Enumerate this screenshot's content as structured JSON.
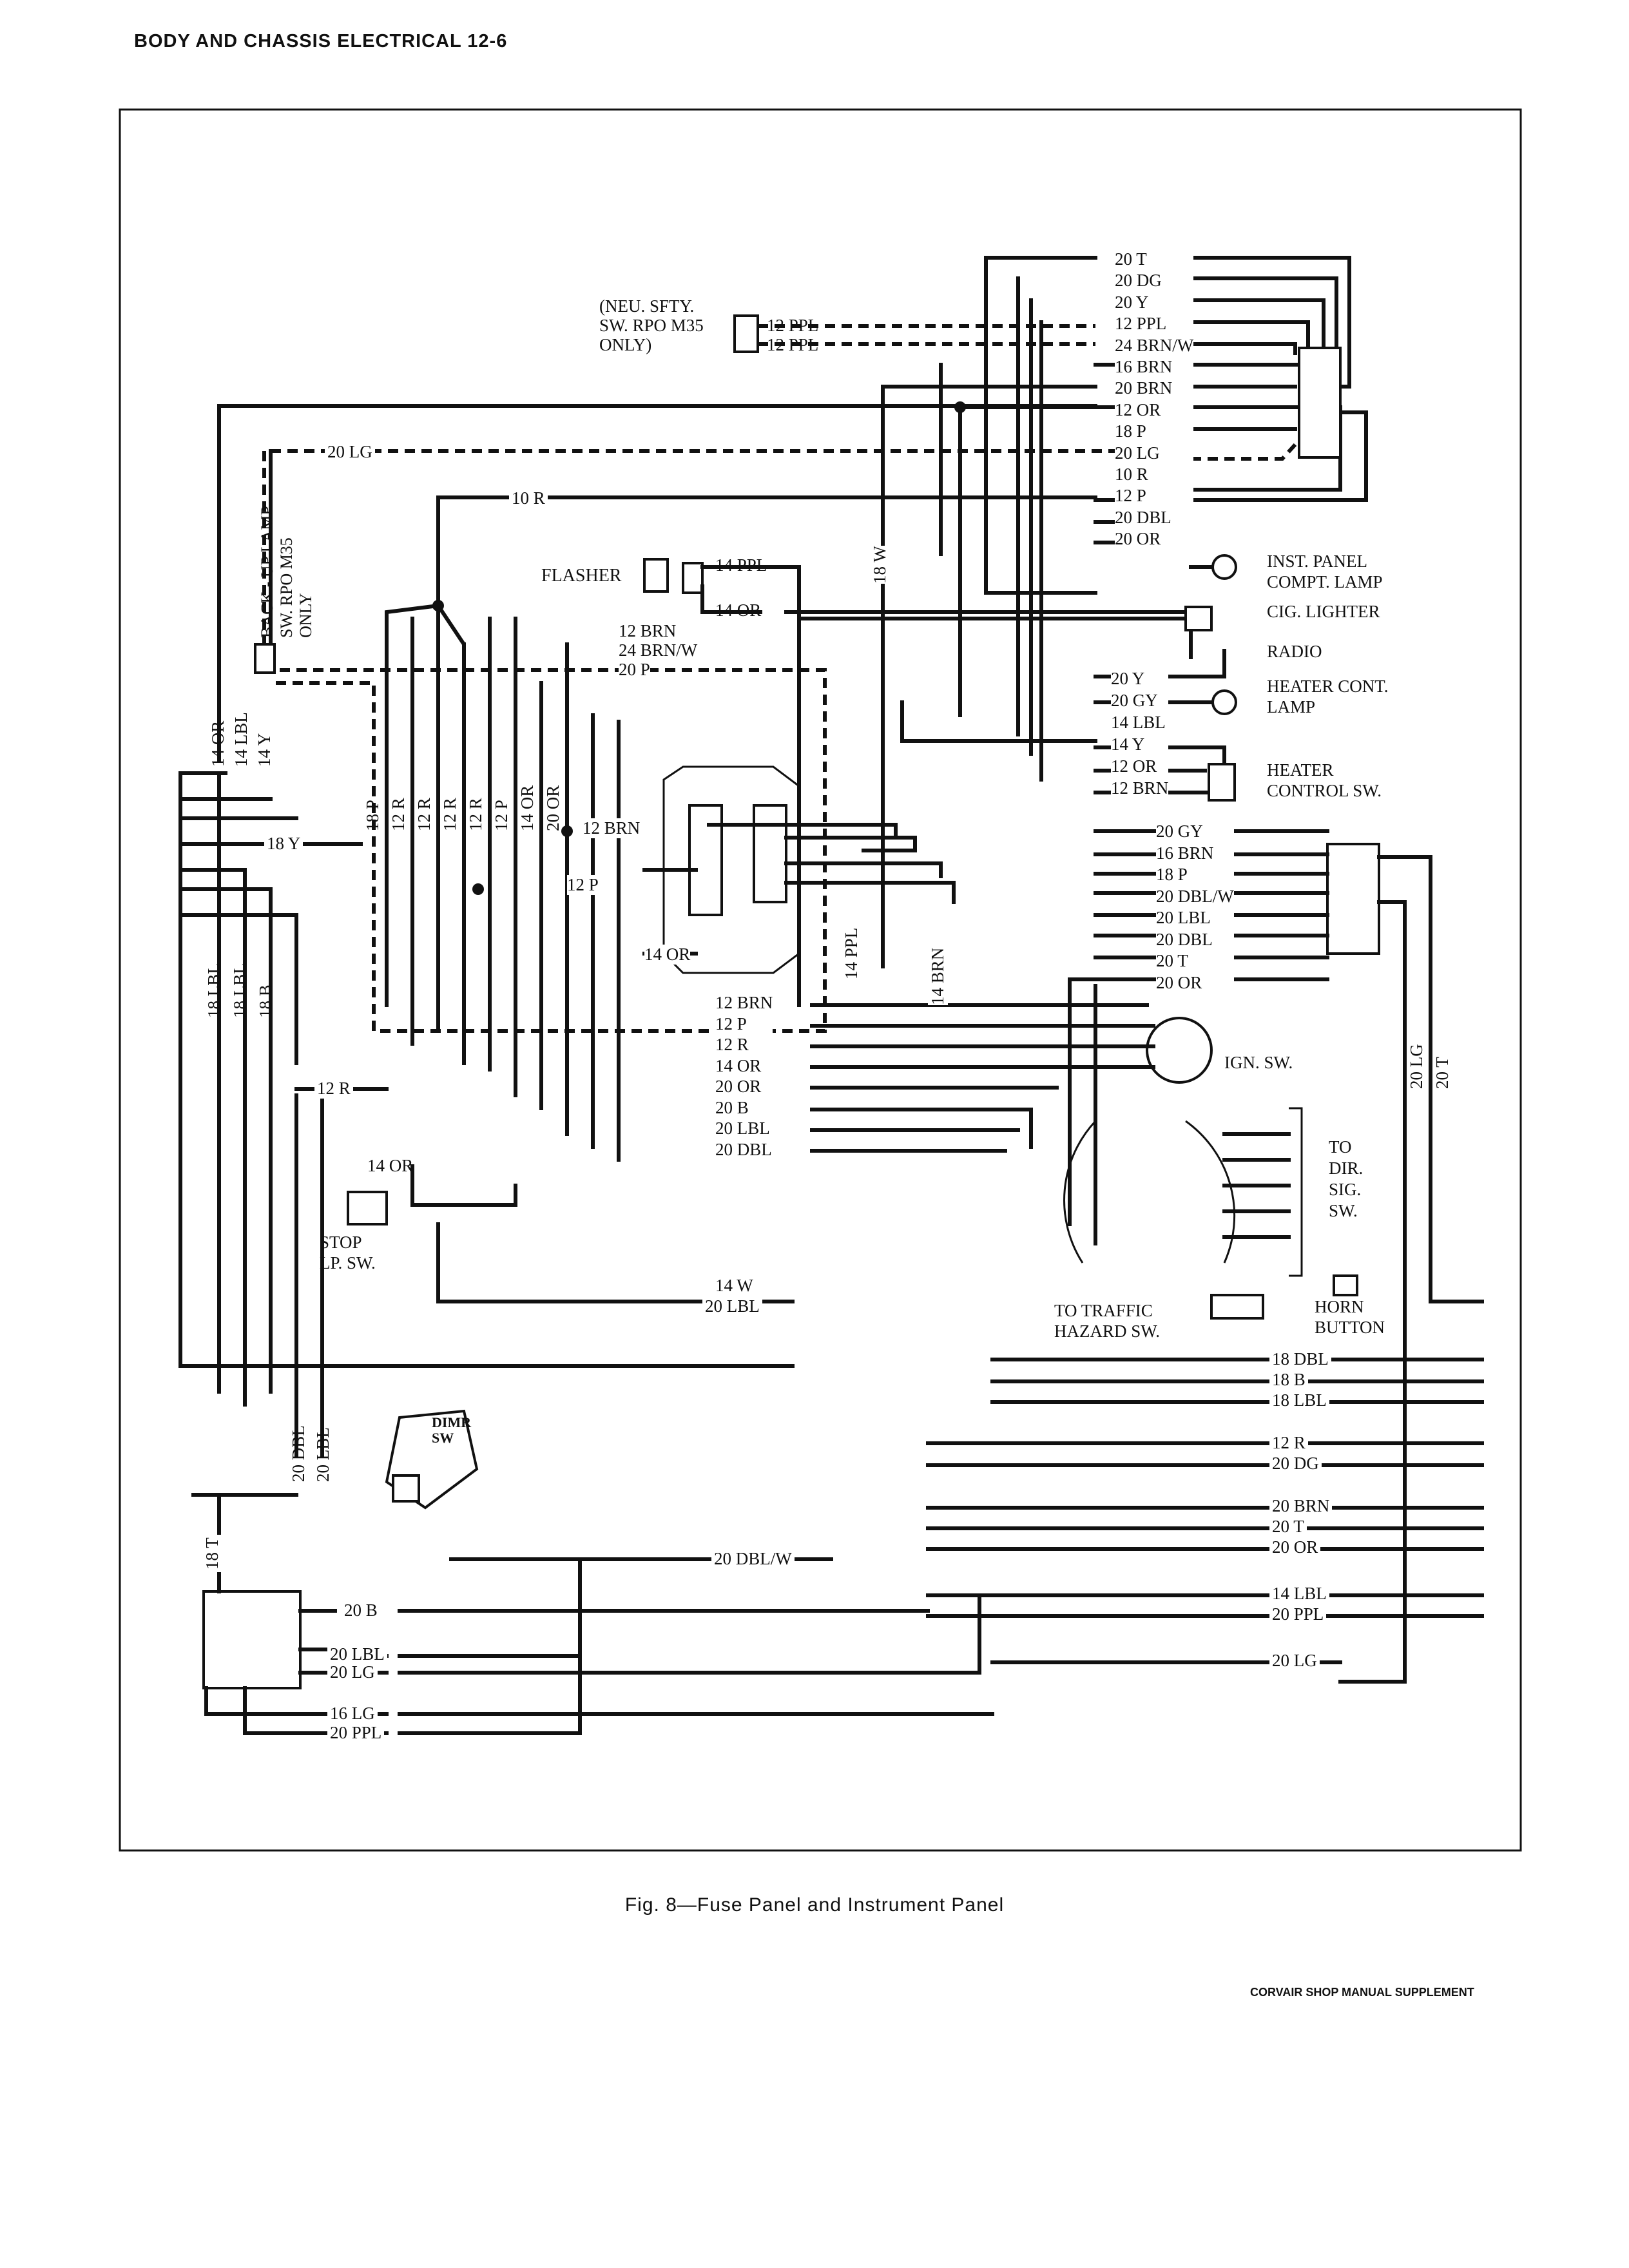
{
  "header": "BODY AND CHASSIS ELECTRICAL 12-6",
  "caption": "Fig. 8—Fuse Panel and Instrument Panel",
  "footer": "CORVAIR SHOP MANUAL SUPPLEMENT",
  "note_neutral": [
    "(NEU. SFTY.",
    "SW. RPO M35",
    "ONLY)"
  ],
  "note_backup": [
    "BACK - UP LAMP",
    "SW. RPO M35",
    "ONLY"
  ],
  "top_right_wires": [
    "20 T",
    "20 DG",
    "20 Y",
    "12 PPL",
    "24 BRN/W",
    "16 BRN",
    "20 BRN",
    "12 OR",
    "18 P",
    "20 LG",
    "10 R",
    "12 P",
    "20 DBL",
    "20 OR"
  ],
  "neutral_wires": [
    "12 PPL",
    "12 PPL"
  ],
  "left_top_wire": "20 LG",
  "mid_wire_10r": "10 R",
  "flasher": {
    "label": "FLASHER",
    "wires": [
      "14 PPL",
      "14 OR"
    ]
  },
  "fuse_left_wires": [
    "12 BRN",
    "24 BRN/W",
    "20 P"
  ],
  "vertical_labels": [
    "18 P",
    "12 R",
    "12 R",
    "12 R",
    "12 R",
    "12 P",
    "14 OR",
    "20 OR"
  ],
  "left_vertical_labels": [
    "14 OR",
    "14 LBL",
    "14 Y"
  ],
  "left_side_labels": [
    "18 LBL",
    "18 LBL",
    "18 B",
    "20 DBL",
    "20 LBL",
    "18 T"
  ],
  "y18": "18 Y",
  "fuse_block_labels": [
    "12 BRN",
    "12 P",
    "14 OR"
  ],
  "vert_mid": [
    "18 W",
    "14 PPL",
    "14 BRN"
  ],
  "components_right": [
    "INST. PANEL",
    "COMPT. LAMP",
    "CIG. LIGHTER",
    "RADIO",
    "HEATER CONT.",
    "LAMP",
    "HEATER",
    "CONTROL SW."
  ],
  "heater_wires": [
    "20 Y",
    "20 GY",
    "14 LBL",
    "14 Y",
    "12 OR",
    "12 BRN"
  ],
  "right_connector_wires": [
    "20 GY",
    "16 BRN",
    "18 P",
    "20 DBL/W",
    "20 LBL",
    "20 DBL",
    "20 T",
    "20 OR"
  ],
  "ign_wires": [
    "12 BRN",
    "12 P",
    "12 R",
    "14 OR",
    "20 OR",
    "20 B",
    "20 LBL",
    "20 DBL"
  ],
  "ign_label": "IGN. SW.",
  "right_vertical": [
    "20 LG",
    "20 T"
  ],
  "dir_sig": [
    "TO",
    "DIR.",
    "SIG.",
    "SW."
  ],
  "traffic": [
    "TO TRAFFIC",
    "HAZARD SW."
  ],
  "horn": [
    "HORN",
    "BUTTON"
  ],
  "stop": {
    "wire": "14 OR",
    "label": [
      "STOP",
      "LP. SW."
    ]
  },
  "left_12r": "12 R",
  "bottom_mid_wires": [
    "14 W",
    "20 LBL"
  ],
  "bottom_right_wires": [
    "18 DBL",
    "18 B",
    "18 LBL",
    "12 R",
    "20 DG",
    "20 BRN",
    "20 T",
    "20 OR",
    "14 LBL",
    "20 PPL",
    "20 LG"
  ],
  "dbl_w": "20 DBL/W",
  "dimmer": [
    "DIMR",
    "SW"
  ],
  "headlamp_wires": [
    "20 B",
    "20 LBL",
    "20 LG",
    "16 LG",
    "20 PPL"
  ]
}
